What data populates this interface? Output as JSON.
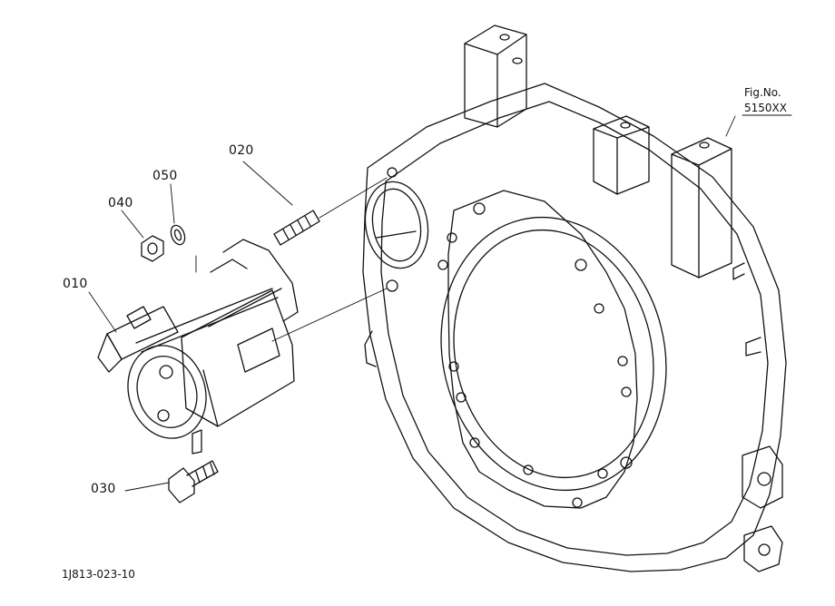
{
  "diagram": {
    "parts": [
      {
        "code": "010"
      },
      {
        "code": "020"
      },
      {
        "code": "030"
      },
      {
        "code": "040"
      },
      {
        "code": "050"
      }
    ],
    "fig_label": "Fig.No.",
    "fig_number": "5150XX",
    "drawing_code": "1J813-023-10"
  }
}
